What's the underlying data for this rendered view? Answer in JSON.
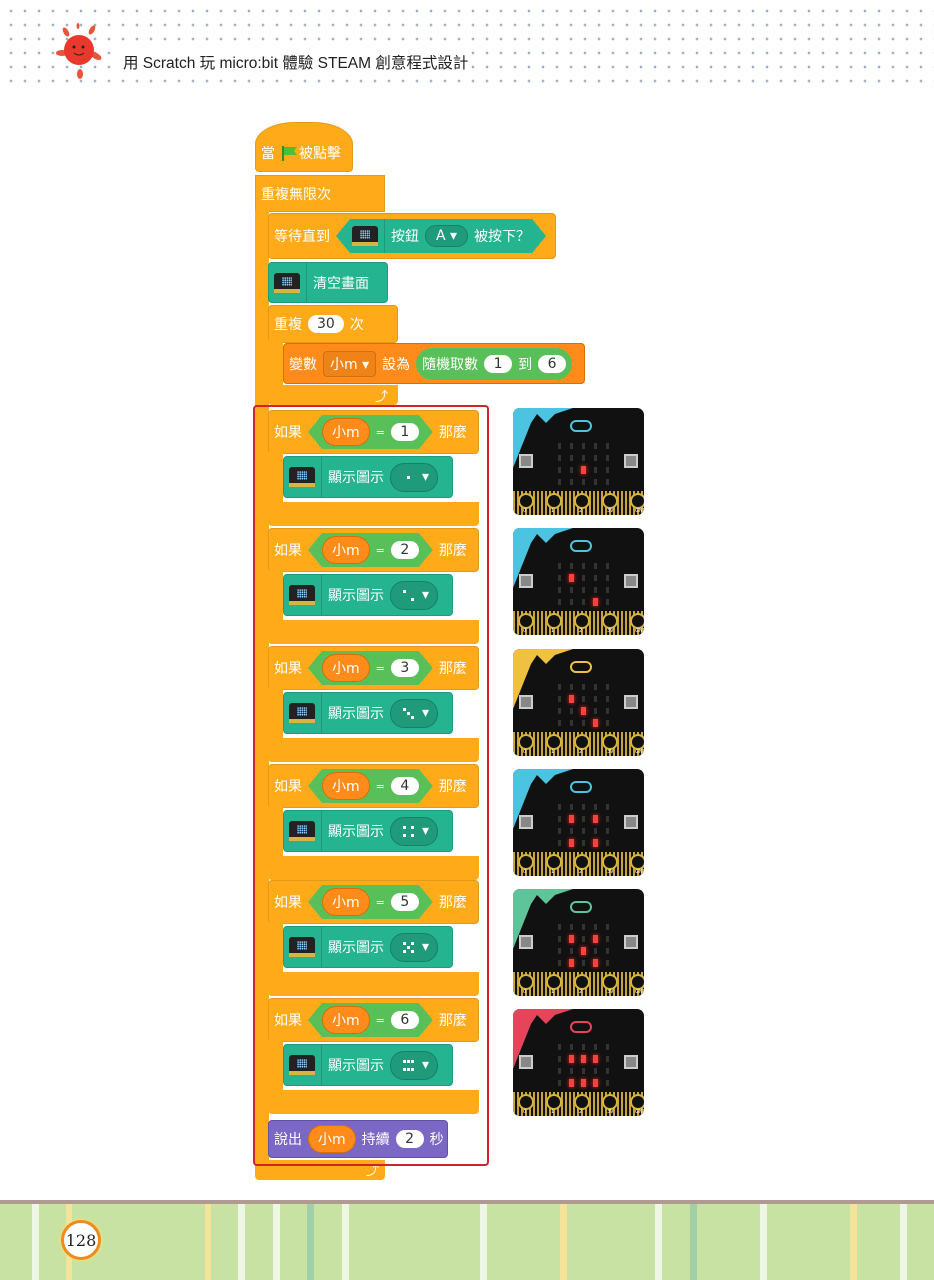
{
  "header": {
    "title": "用 Scratch 玩 micro:bit 體驗 STEAM 創意程式設計"
  },
  "script": {
    "hat": {
      "prefix": "當",
      "suffix": "被點擊"
    },
    "forever": "重複無限次",
    "wait": {
      "label": "等待直到",
      "button": "按鈕",
      "button_value": "A",
      "pressed": "被按下？"
    },
    "clear": "清空畫面",
    "repeat": {
      "label": "重複",
      "count": "30",
      "suffix": "次"
    },
    "set_var": {
      "label": "變數",
      "var": "小m",
      "set_to": "設為",
      "random": "隨機取數",
      "from": "1",
      "to_label": "到",
      "to": "6"
    },
    "if_label": "如果",
    "then_label": "那麼",
    "equals": "=",
    "var": "小m",
    "show_icon": "顯示圖示",
    "if_blocks": [
      {
        "value": "1",
        "leds": [
          [
            2,
            2
          ]
        ],
        "color": "#4cc3e0"
      },
      {
        "value": "2",
        "leds": [
          [
            1,
            1
          ],
          [
            3,
            3
          ]
        ],
        "color": "#4cc3e0"
      },
      {
        "value": "3",
        "leds": [
          [
            1,
            1
          ],
          [
            2,
            2
          ],
          [
            3,
            3
          ]
        ],
        "color": "#f0c040"
      },
      {
        "value": "4",
        "leds": [
          [
            1,
            1
          ],
          [
            3,
            1
          ],
          [
            1,
            3
          ],
          [
            3,
            3
          ]
        ],
        "color": "#4cc3e0"
      },
      {
        "value": "5",
        "leds": [
          [
            1,
            1
          ],
          [
            3,
            1
          ],
          [
            2,
            2
          ],
          [
            1,
            3
          ],
          [
            3,
            3
          ]
        ],
        "color": "#5fc49a"
      },
      {
        "value": "6",
        "leds": [
          [
            1,
            1
          ],
          [
            2,
            1
          ],
          [
            3,
            1
          ],
          [
            1,
            3
          ],
          [
            2,
            3
          ],
          [
            3,
            3
          ]
        ],
        "color": "#e5455a"
      }
    ],
    "say": {
      "label": "說出",
      "var": "小m",
      "for": "持續",
      "secs": "2",
      "unit": "秒"
    }
  },
  "board_pins": [
    "0",
    "1",
    "2",
    "3V",
    "GND"
  ],
  "footer": {
    "page": "128"
  }
}
